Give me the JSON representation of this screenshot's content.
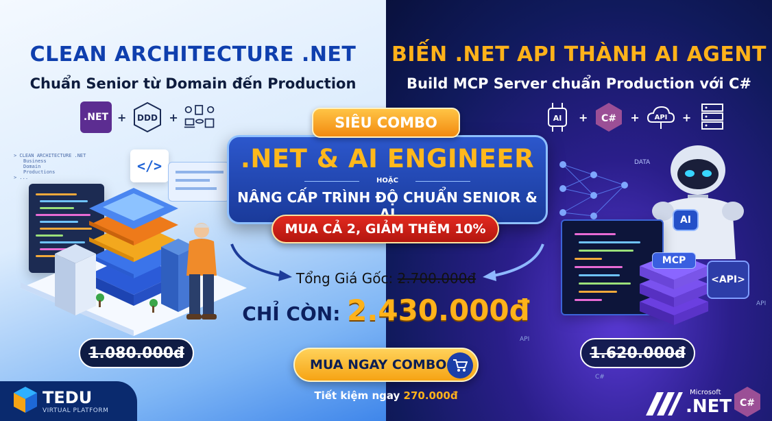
{
  "left": {
    "title": "CLEAN ARCHITECTURE .NET",
    "subtitle": "Chuẩn Senior từ Domain đến Production",
    "net_label": ".NET",
    "ddd_label": "DDD",
    "tree_text": [
      "> CLEAN ARCHITECTURE .NET",
      "Business",
      "Domain",
      "Productions",
      "> ..."
    ],
    "old_price": "1.080.000đ"
  },
  "right": {
    "title": "BIẾN .NET API THÀNH AI AGENT",
    "subtitle": "Build MCP Server chuẩn Production với C#",
    "ai_label": "AI",
    "csharp_label": "C#",
    "api_label": "API",
    "mcp_label": "MCP",
    "robot_label": "AI",
    "api_card_label": "<API>",
    "data_label": "DATA",
    "old_price": "1.620.000đ",
    "faint_labels": [
      "API",
      "API",
      "C#"
    ]
  },
  "center": {
    "badge": "SIÊU COMBO",
    "main_title": ".NET & AI ENGINEER",
    "or_text": "HOẶC",
    "main_subtitle": "NÂNG CẤP TRÌNH ĐỘ CHUẨN SENIOR & AI",
    "discount": "MUA CẢ 2, GIẢM THÊM 10%",
    "total_label": "Tổng Giá Gốc: ",
    "total_value": "2.700.000đ",
    "remain_label": "CHỈ CÒN: ",
    "remain_value": "2.430.000đ",
    "buy_button": "MUA NGAY COMBO",
    "saving_label": "Tiết kiệm ngay ",
    "saving_value": "270.000đ"
  },
  "brand": {
    "tedu_name": "TEDU",
    "tedu_sub": "VIRTUAL PLATFORM",
    "ms_small": "Microsoft",
    "ms_big": ".NET",
    "corner_csharp": "C#"
  },
  "colors": {
    "left_title": "#0f3fae",
    "right_title": "#ffb21a",
    "accent_orange": "#ffb21a",
    "discount_red": "#d4231a",
    "net_purple": "#5c2d91"
  }
}
